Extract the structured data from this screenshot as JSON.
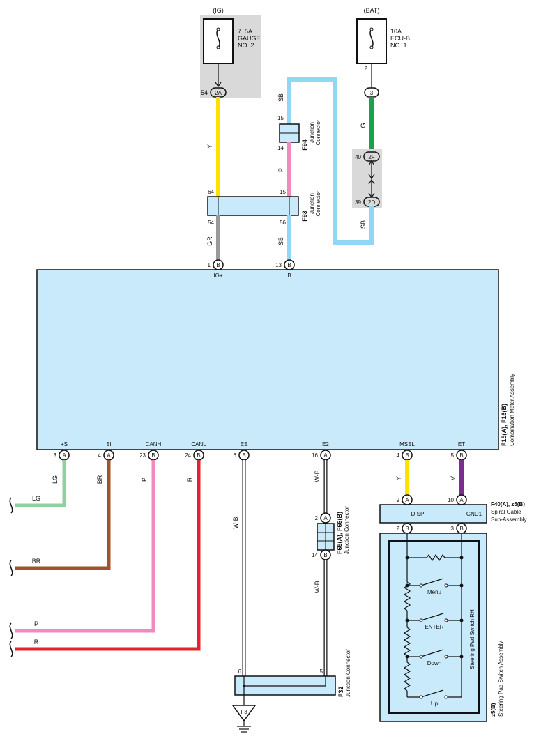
{
  "power": {
    "ig_label": "(IG)",
    "bat_label": "(BAT)",
    "fuse_ig": [
      "7. 5A",
      "GAUGE",
      "NO. 2"
    ],
    "fuse_bat": [
      "10A",
      "ECU-B",
      "NO. 1"
    ]
  },
  "pins": {
    "p54": "54",
    "c2A": "2A",
    "p2": "2",
    "c3": "3",
    "p40": "40",
    "c2F": "2F",
    "p39": "39",
    "c2D": "2D",
    "p15a": "15",
    "p14a": "14",
    "p64": "64",
    "p15b": "15",
    "p54b": "54",
    "p56": "56",
    "p1": "1",
    "p13": "13",
    "cB": "B",
    "cA": "A",
    "p3": "3",
    "p4": "4",
    "p23": "23",
    "p24": "24",
    "p6": "6",
    "p16": "16",
    "p4b": "4",
    "p5": "5",
    "p9": "9",
    "p10": "10",
    "p2b": "2",
    "p3b": "3",
    "p2c": "2",
    "p14c": "14",
    "p6b": "6",
    "p5b": "5"
  },
  "wires": {
    "Y": "Y",
    "SB": "SB",
    "P": "P",
    "G": "G",
    "GR": "GR",
    "LG": "LG",
    "BR": "BR",
    "R": "R",
    "WB": "W-B",
    "V": "V"
  },
  "connectors": {
    "F94": "F94",
    "F93": "F93",
    "F32": "F32",
    "F65": "F65(A), F66(B)",
    "jc": "Junction",
    "jc2": "Connector",
    "jc_full": "Junction Connector",
    "F3": "F3"
  },
  "meter": {
    "pins_top": [
      "IG+",
      "B"
    ],
    "pins_bottom": [
      "+S",
      "SI",
      "CANH",
      "CANL",
      "ES",
      "E2",
      "MSSL",
      "ET"
    ],
    "code": "F15(A), F16(B)",
    "name": "Combination Meter Assembly"
  },
  "spiral": {
    "code": "F40(A), z5(B)",
    "name1": "Spiral Cable",
    "name2": "Sub-Assembly",
    "disp": "DISP",
    "gnd1": "GND1"
  },
  "steering": {
    "code": "z5(B)",
    "name": "Steering Pad Switch Assembly",
    "rh": "Steering Pad Switch RH",
    "switches": [
      "Menu",
      "ENTER",
      "Down",
      "Up"
    ]
  },
  "colors": {
    "Y": "#ffe000",
    "SB": "#8ed8f5",
    "P": "#f08bbf",
    "G": "#1aa24a",
    "GR": "#9a9a9a",
    "LG": "#8fd19e",
    "BR": "#a0522d",
    "R": "#e3232c",
    "V": "#7b2d8e",
    "box": "#c8eafa",
    "gray": "#d9d9d9"
  }
}
